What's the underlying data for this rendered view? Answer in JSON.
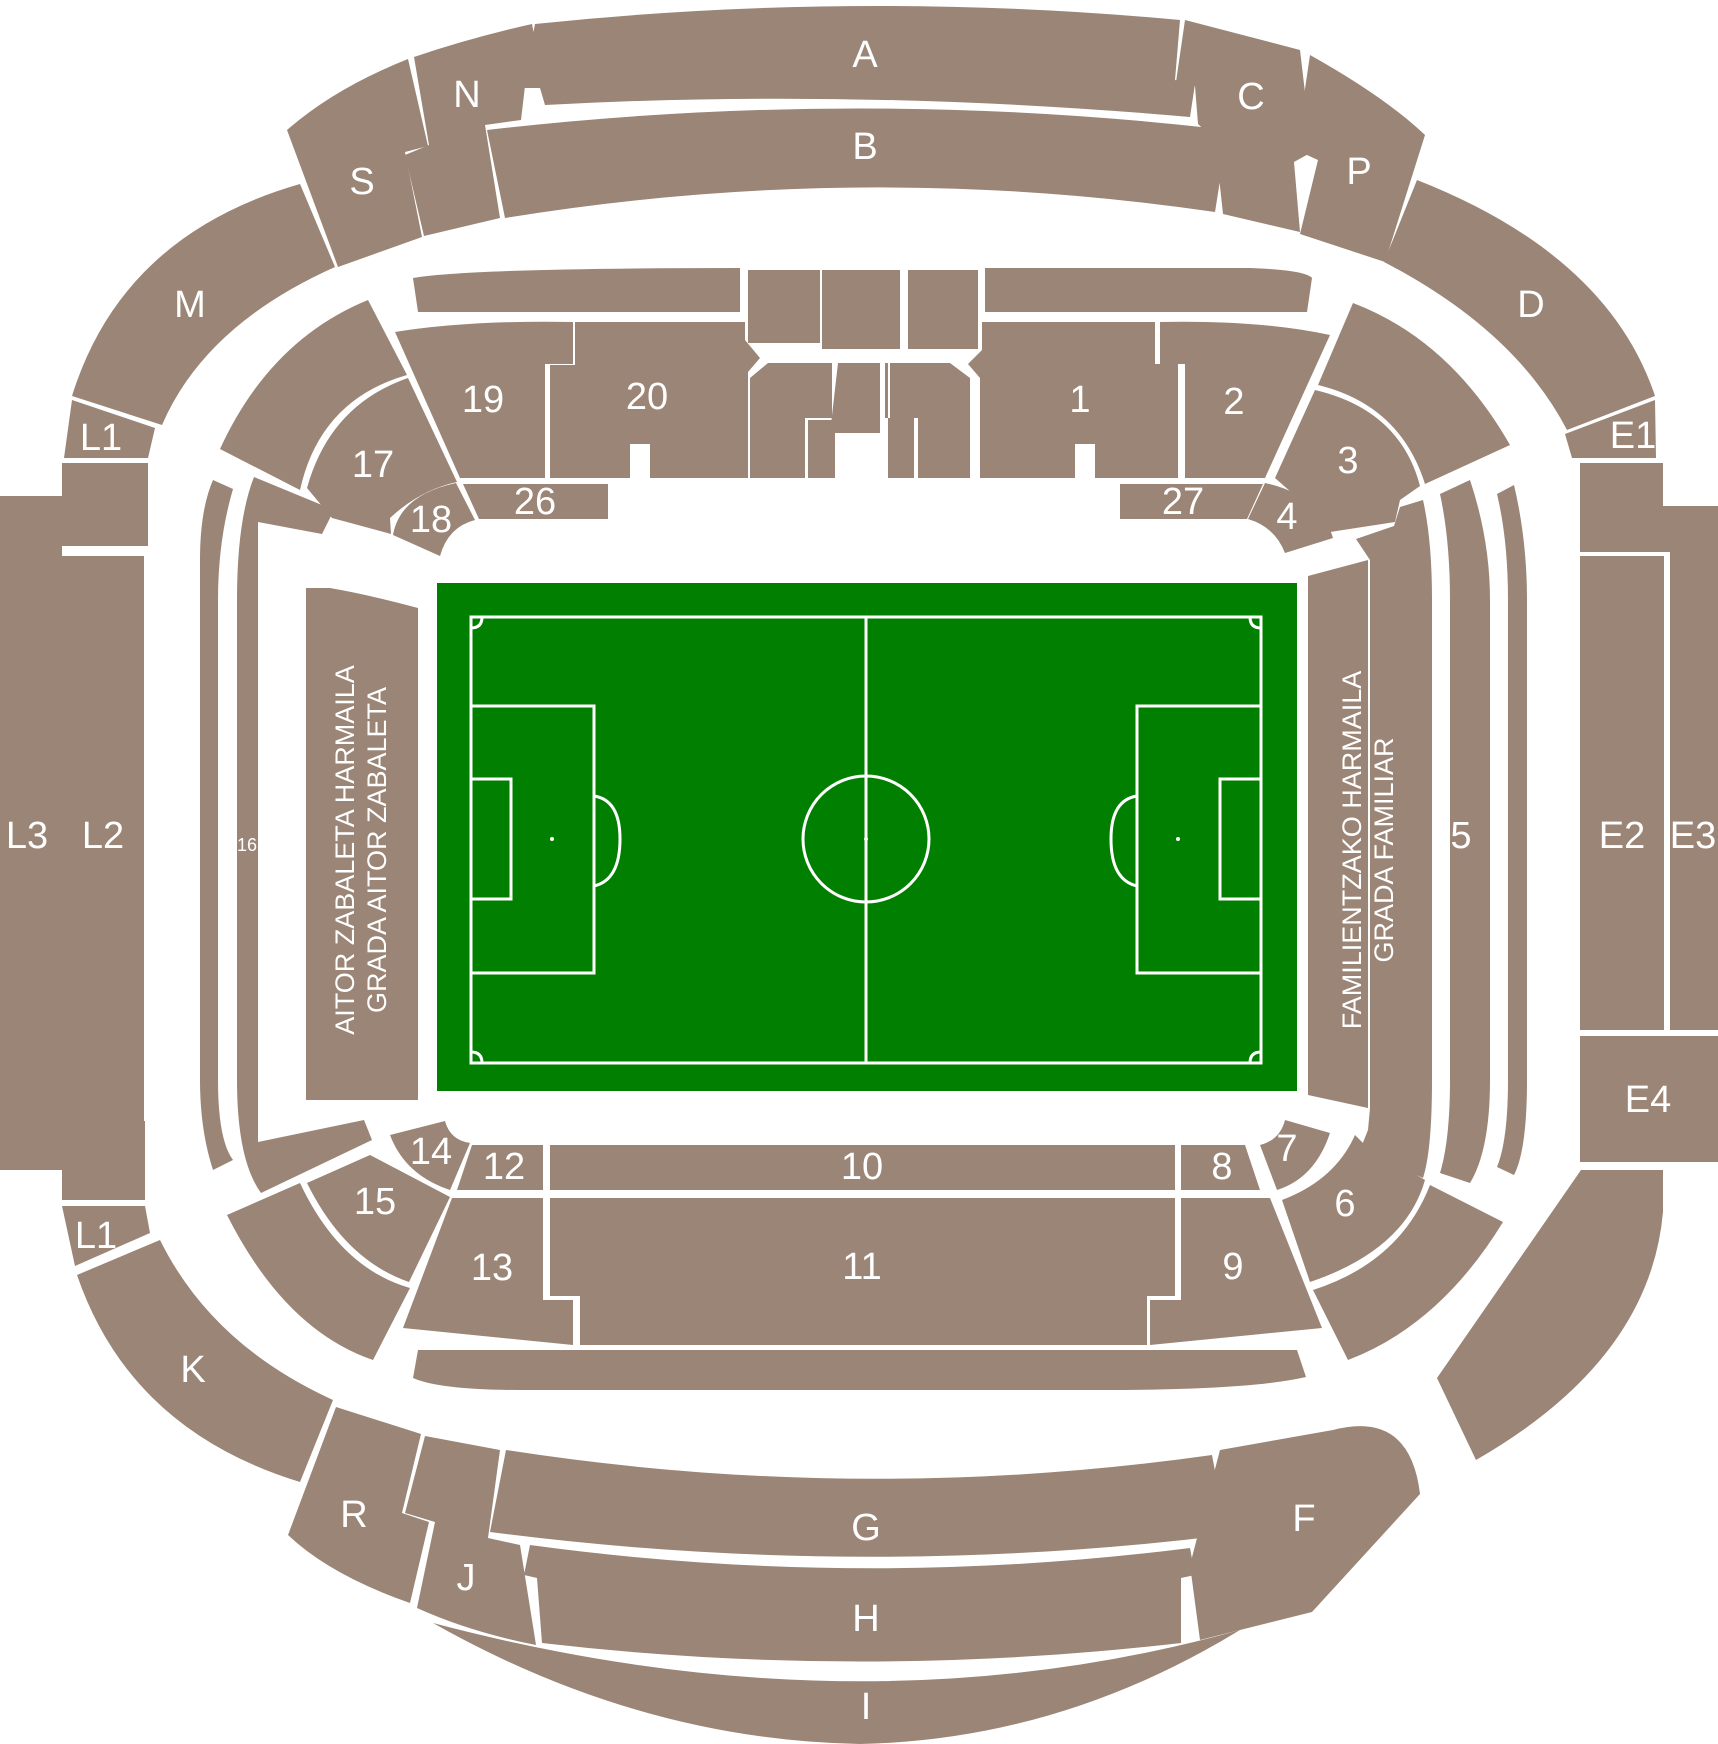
{
  "colors": {
    "section": "#9a8576",
    "pitch": "#007f00",
    "lines": "#ffffff",
    "background": "#ffffff"
  },
  "sections": {
    "A": "A",
    "B": "B",
    "C": "C",
    "N": "N",
    "S": "S",
    "P": "P",
    "M": "M",
    "D": "D",
    "L1_top": "L1",
    "L1_bottom": "L1",
    "L2": "L2",
    "L3": "L3",
    "E1": "E1",
    "E2": "E2",
    "E3": "E3",
    "E4": "E4",
    "K": "K",
    "R": "R",
    "J": "J",
    "G": "G",
    "H": "H",
    "I": "I",
    "F": "F",
    "s1": "1",
    "s2": "2",
    "s3": "3",
    "s4": "4",
    "s5": "5",
    "s6": "6",
    "s7": "7",
    "s8": "8",
    "s9": "9",
    "s10": "10",
    "s11": "11",
    "s12": "12",
    "s13": "13",
    "s14": "14",
    "s15": "15",
    "s16": "16",
    "s17": "17",
    "s18": "18",
    "s19": "19",
    "s20": "20",
    "s26": "26",
    "s27": "27"
  },
  "stands": {
    "west_line1": "AITOR ZABALETA HARMAILA",
    "west_line2": "GRADA AITOR ZABALETA",
    "east_line1": "FAMILIENTZAKO HARMAILA",
    "east_line2": "GRADA FAMILIAR"
  }
}
